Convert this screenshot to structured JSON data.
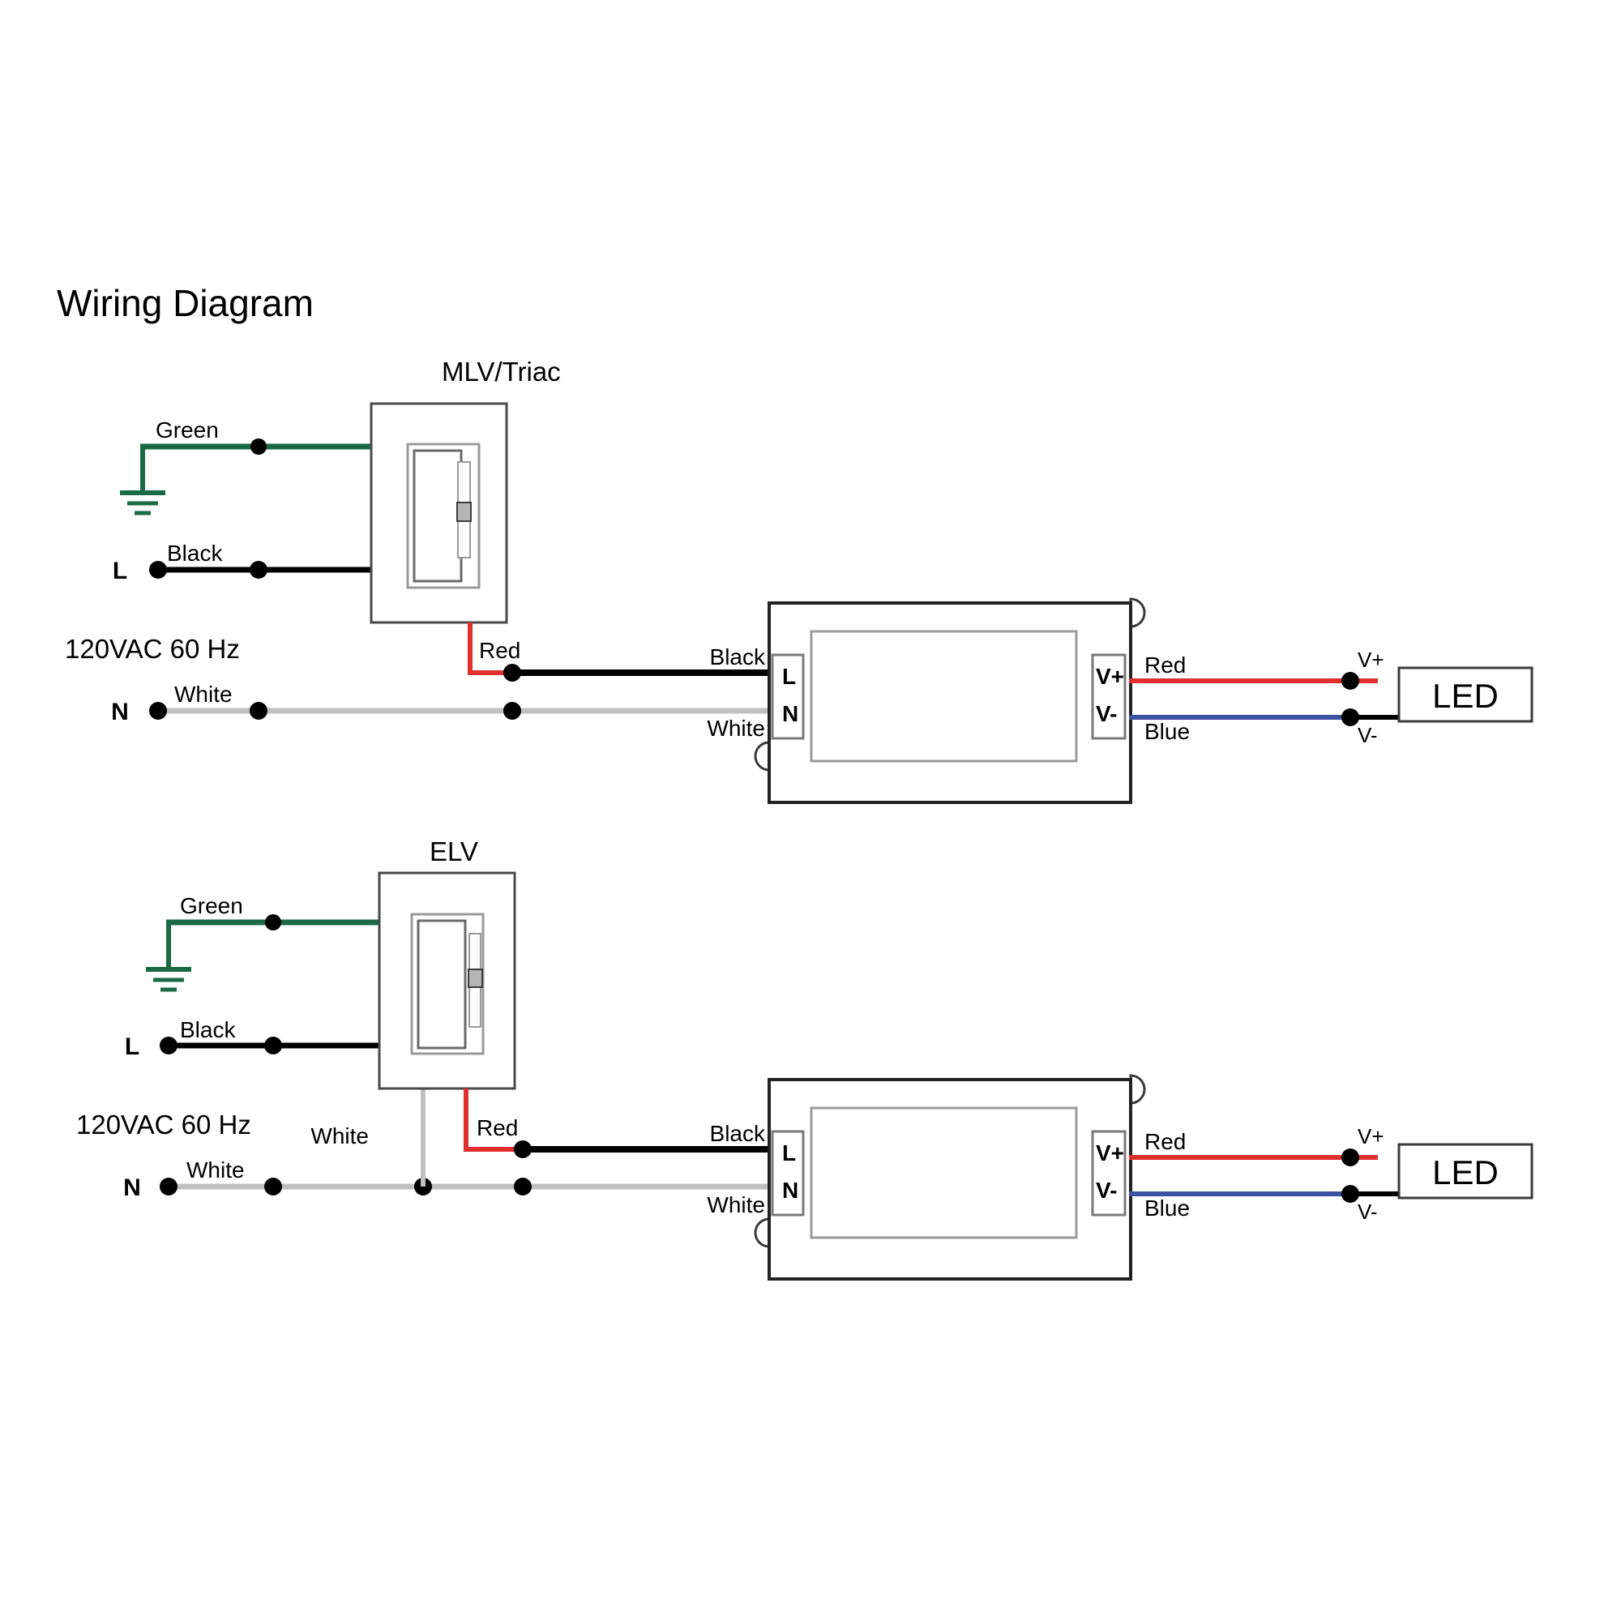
{
  "page": {
    "title": "Wiring Diagram",
    "background": "#ffffff"
  },
  "colors": {
    "black": "#000000",
    "white_wire": "#c0c0c0",
    "green": "#1a6b45",
    "red": "#e12f2f",
    "blue": "#3a52a0",
    "outline": "#000000",
    "inner_outline": "#9a9a9a",
    "slider_handle": "#b5b5b5"
  },
  "diagrams": [
    {
      "id": "mlv-triac",
      "dimmer_label": "MLV/Triac",
      "source_label": "120VAC  60 Hz",
      "terminals": {
        "line": "L",
        "neutral": "N"
      },
      "wires": [
        {
          "name": "ground",
          "label": "Green",
          "color": "#1a6b45"
        },
        {
          "name": "line",
          "label": "Black",
          "color": "#000000"
        },
        {
          "name": "neutral",
          "label": "White",
          "color": "#c0c0c0"
        },
        {
          "name": "dimmer-out",
          "label": "Red",
          "color": "#e12f2f"
        },
        {
          "name": "driver-line-in",
          "label": "Black",
          "color": "#000000"
        },
        {
          "name": "driver-neutral-in",
          "label": "White",
          "color": "#c0c0c0"
        },
        {
          "name": "led-positive",
          "label": "Red",
          "color": "#e12f2f"
        },
        {
          "name": "led-negative",
          "label": "Blue",
          "color": "#3a52a0"
        }
      ],
      "driver": {
        "input_terminals": [
          "L",
          "N"
        ],
        "output_terminals": [
          "V+",
          "V-"
        ]
      },
      "load": {
        "label": "LED",
        "positive_label": "V+",
        "negative_label": "V-"
      }
    },
    {
      "id": "elv",
      "dimmer_label": "ELV",
      "source_label": "120VAC  60 Hz",
      "terminals": {
        "line": "L",
        "neutral": "N"
      },
      "wires": [
        {
          "name": "ground",
          "label": "Green",
          "color": "#1a6b45"
        },
        {
          "name": "line",
          "label": "Black",
          "color": "#000000"
        },
        {
          "name": "neutral",
          "label": "White",
          "color": "#c0c0c0"
        },
        {
          "name": "dimmer-neutral",
          "label": "White",
          "color": "#c0c0c0"
        },
        {
          "name": "dimmer-out",
          "label": "Red",
          "color": "#e12f2f"
        },
        {
          "name": "driver-line-in",
          "label": "Black",
          "color": "#000000"
        },
        {
          "name": "driver-neutral-in",
          "label": "White",
          "color": "#c0c0c0"
        },
        {
          "name": "led-positive",
          "label": "Red",
          "color": "#e12f2f"
        },
        {
          "name": "led-negative",
          "label": "Blue",
          "color": "#3a52a0"
        }
      ],
      "driver": {
        "input_terminals": [
          "L",
          "N"
        ],
        "output_terminals": [
          "V+",
          "V-"
        ]
      },
      "load": {
        "label": "LED",
        "positive_label": "V+",
        "negative_label": "V-"
      }
    }
  ]
}
